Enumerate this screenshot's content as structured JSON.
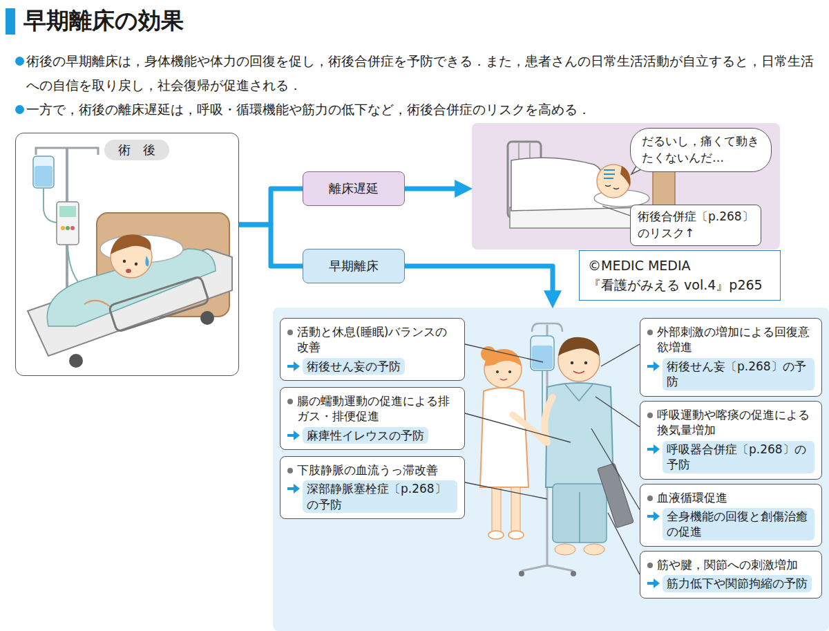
{
  "diagram": {
    "title": "早期離床の効果",
    "nodes": [
      {
        "text": [
          "術　後"
        ]
      },
      {
        "text": [
          "離床遅延"
        ]
      },
      {
        "text": [
          "早期離床"
        ]
      },
      {
        "text": []
      },
      {
        "text": [
          "だるいし，痛くて動きたくないんだ…"
        ],
        "in": 3
      },
      {
        "text": [
          "術後合併症〔p.268〕のリスク↑"
        ],
        "in": 3
      },
      {
        "text": [
          "©MEDIC MEDIA 『看護がみえる vol.4』p265"
        ]
      },
      {
        "text": []
      },
      {
        "text": [
          "活動と休息(睡眠)バランスの改善",
          "術後せん妄の予防"
        ],
        "in": 7
      },
      {
        "text": [
          "腸の蠕動運動の促進による排ガス・排便促進",
          "麻痺性イレウスの予防"
        ],
        "in": 7
      },
      {
        "text": [
          "下肢静脈の血流うっ滞改善",
          "深部静脈塞栓症〔p.268〕の予防"
        ],
        "in": 7
      },
      {
        "text": [
          "外部刺激の増加による回復意欲増進",
          "術後せん妄〔p.268〕の予防"
        ],
        "in": 7
      },
      {
        "text": [
          "呼吸運動や喀痰の促進による換気量増加",
          "呼吸器合併症〔p.268〕の予防"
        ],
        "in": 7
      },
      {
        "text": [
          "血液循環促進",
          "全身機能の回復と創傷治癒の促進"
        ],
        "in": 7
      },
      {
        "text": [
          "筋や腱，関節への刺激増加",
          "筋力低下や関節拘縮の予防"
        ],
        "in": 7
      }
    ],
    "edges": [
      {
        "from": 0,
        "to": 1,
        "arrow": "none"
      },
      {
        "from": 0,
        "to": 2,
        "arrow": "none"
      },
      {
        "from": 1,
        "to": 3,
        "arrow": "to"
      },
      {
        "from": 2,
        "to": 7,
        "arrow": "to"
      }
    ],
    "labels": [
      "術後の早期離床は，身体機能や体力の回復を促し，術後合併症を予防できる．また，患者さんの日常生活活動が自立すると，日常生活への自信を取り戻し，社会復帰が促進される．",
      "一方で，術後の離床遅延は，呼吸・循環機能や筋力の低下など，術後合併症のリスクを高める．"
    ]
  }
}
